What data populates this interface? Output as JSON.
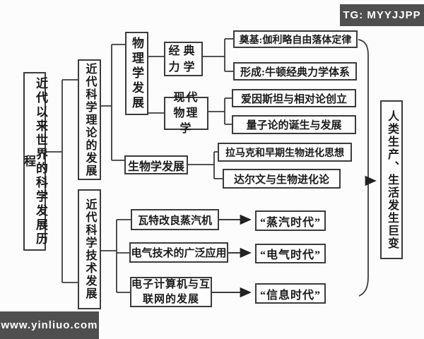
{
  "badges": {
    "tg": "TG: MYYJJPP",
    "site": "www.yinliuo.com"
  },
  "root": {
    "label": "近代以来世界的科学发展历程"
  },
  "outcome": {
    "label": "人类生产、生活发生巨变"
  },
  "theory": {
    "label": "近代科学理论的发展",
    "physics": {
      "label": "物理学发展",
      "classical": {
        "label": "经典力学",
        "items": [
          "奠基:伽利略自由落体定律",
          "形成:牛顿经典力学体系"
        ]
      },
      "modern": {
        "label": "现代物理学",
        "items": [
          "爱因斯坦与相对论创立",
          "量子论的诞生与发展"
        ]
      }
    },
    "biology": {
      "label": "生物学发展",
      "items": [
        "拉马克和早期生物进化思想",
        "达尔文与生物进化论"
      ]
    }
  },
  "tech": {
    "label": "近代科学技术发展",
    "rows": [
      {
        "label": "瓦特改良蒸汽机",
        "result": "“蒸汽时代”"
      },
      {
        "label": "电气技术的广泛应用",
        "result": "“电气时代”"
      },
      {
        "label": "电子计算机与互联网的发展",
        "result": "“信息时代”"
      }
    ]
  }
}
